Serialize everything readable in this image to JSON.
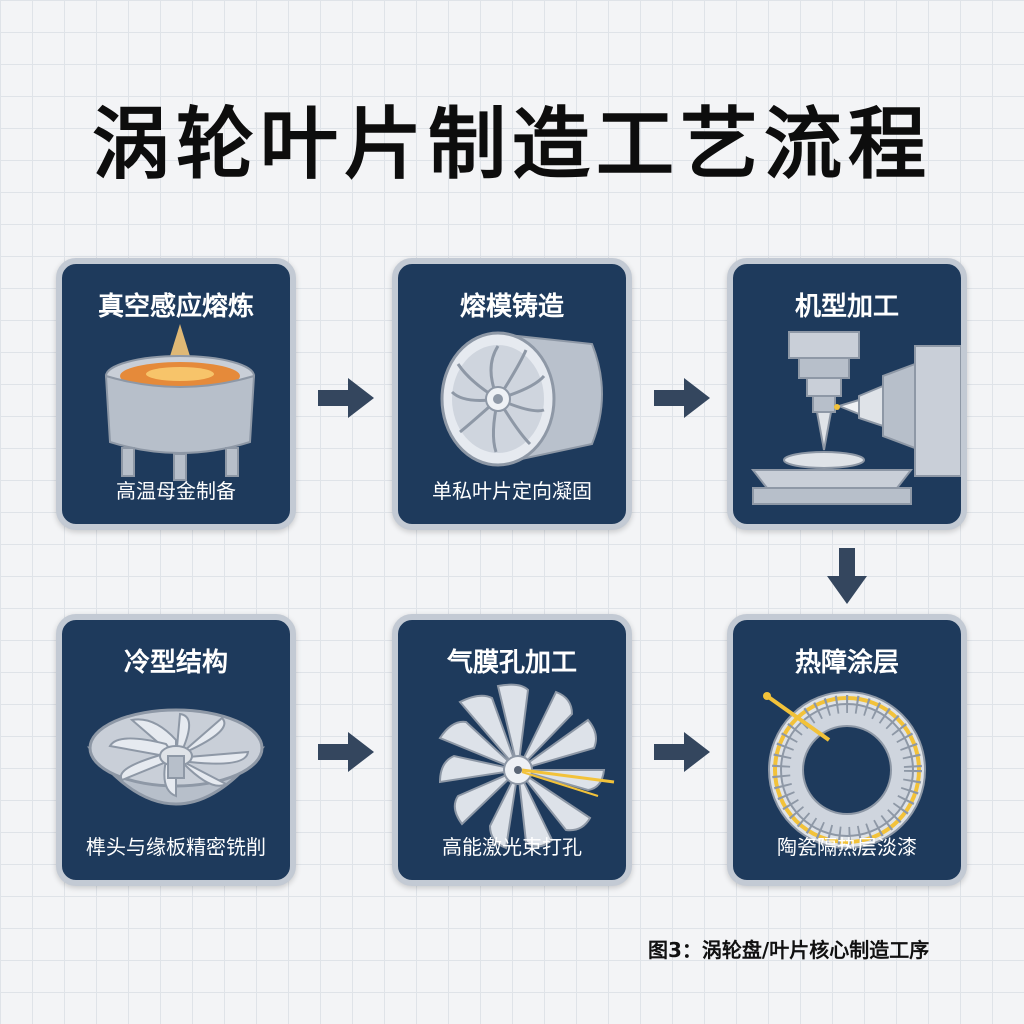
{
  "title": "涡轮叶片制造工艺流程",
  "steps": [
    {
      "title": "真空感应熔炼",
      "subtitle": "高温母金制备"
    },
    {
      "title": "熔模铸造",
      "subtitle": "单私叶片定向凝固"
    },
    {
      "title": "机型加工",
      "subtitle": ""
    },
    {
      "title": "冷型结构",
      "subtitle": "榫头与缘板精密铣削"
    },
    {
      "title": "气膜孔加工",
      "subtitle": "高能激光束打孔"
    },
    {
      "title": "热障涂层",
      "subtitle": "陶瓷隔热层淡漆"
    }
  ],
  "caption": "图3：涡轮盘/叶片核心制造工序",
  "colors": {
    "card": "#1e3a5c",
    "card_border": "#c3cad4",
    "arrow": "#34465e",
    "accent": "#f2c23a"
  },
  "icons": [
    "arrow-right-icon",
    "arrow-down-icon"
  ]
}
